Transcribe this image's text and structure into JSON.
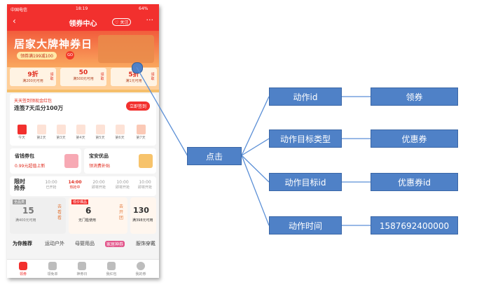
{
  "phone": {
    "status": {
      "carrier": "中国电信",
      "time": "18:19",
      "battery": "64%"
    },
    "nav": {
      "title": "领券中心",
      "follow": "关注"
    },
    "banner": {
      "title": "居家大牌神券日",
      "subtitle": "领券满199减100",
      "go": "GO"
    },
    "coupons": [
      {
        "value": "9折",
        "desc": "满200元可用",
        "get": "领取"
      },
      {
        "value": "50",
        "desc": "满500元可用",
        "get": "领取"
      },
      {
        "value": "5折",
        "desc": "满1元可用",
        "get": "领取"
      }
    ],
    "checkin": {
      "line1": "天天签到领现金红包",
      "line2": "连签7天瓜分100万",
      "button": "立即签到",
      "days": [
        "今天",
        "第2天",
        "第3天",
        "第4天",
        "第5天",
        "第6天",
        "第7天"
      ]
    },
    "promo": [
      {
        "title": "省钱券包",
        "sub": "0.99元超值上新"
      },
      {
        "title": "宝安优品",
        "sub": "领消费补贴"
      }
    ],
    "flash": {
      "label1": "限时",
      "label2": "抢券",
      "slots": [
        {
          "time": "10:00",
          "state": "已开抢"
        },
        {
          "time": "14:00",
          "state": "热抢中"
        },
        {
          "time": "20:00",
          "state": "即将开抢"
        },
        {
          "time": "10:00",
          "state": "即将开抢"
        },
        {
          "time": "10:00",
          "state": "即将开抢"
        }
      ]
    },
    "deals": [
      {
        "tag": "全品类",
        "value": "15",
        "desc": "满400元可用",
        "action": "去看看"
      },
      {
        "tag": "低价爆品",
        "value": "6",
        "desc": "无门槛使用",
        "action": "去开团"
      },
      {
        "tag": "",
        "value": "130",
        "desc": "满398元可用",
        "action": ""
      }
    ],
    "tabs": [
      "为你推荐",
      "运动户外",
      "母婴用品",
      "家居神券",
      "服饰穿戴"
    ],
    "tabbar": [
      "领券",
      "领免单",
      "神券日",
      "我红包",
      "我的券"
    ]
  },
  "diagram": {
    "center": "点击",
    "rows": [
      {
        "label": "动作id",
        "value": "领券"
      },
      {
        "label": "动作目标类型",
        "value": "优惠券"
      },
      {
        "label": "动作目标id",
        "value": "优惠券id"
      },
      {
        "label": "动作时间",
        "value": "1587692400000"
      }
    ],
    "node_color": "#4f81c7",
    "line_color": "#5b8fd6"
  }
}
